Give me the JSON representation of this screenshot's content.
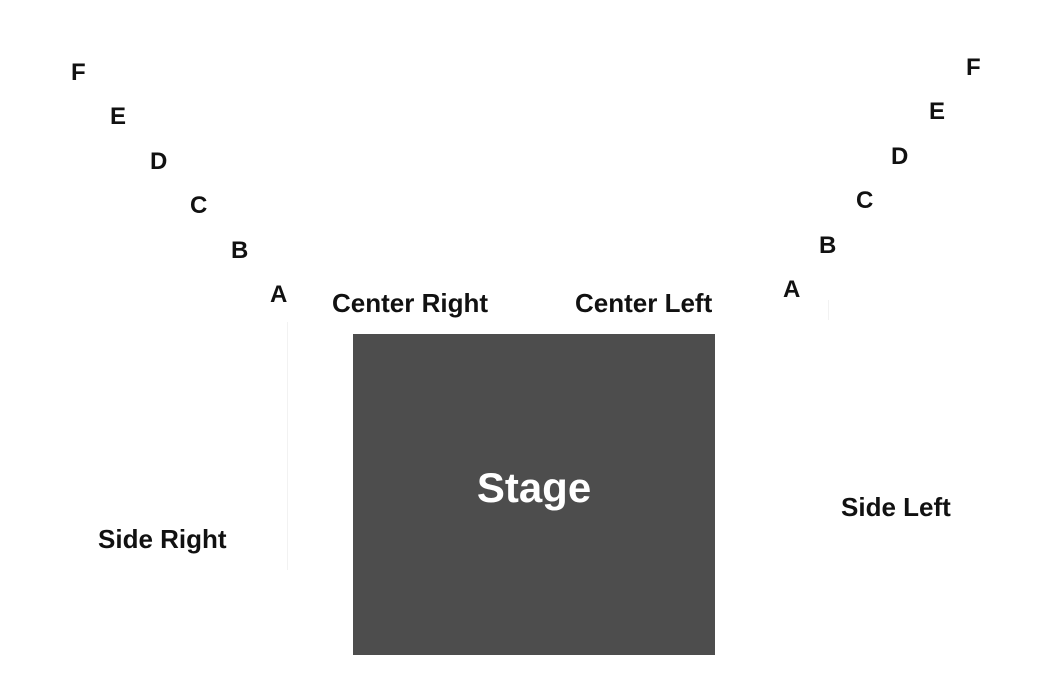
{
  "colors": {
    "background": "#ffffff",
    "stage_fill": "#4d4d4d",
    "stage_text": "#ffffff",
    "label_text": "#111111"
  },
  "stage": {
    "label": "Stage"
  },
  "sections": {
    "center_right": "Center Right",
    "center_left": "Center Left",
    "side_right": "Side Right",
    "side_left": "Side Left"
  },
  "rows_left": [
    "F",
    "E",
    "D",
    "C",
    "B",
    "A"
  ],
  "rows_right": [
    "F",
    "E",
    "D",
    "C",
    "B",
    "A"
  ]
}
